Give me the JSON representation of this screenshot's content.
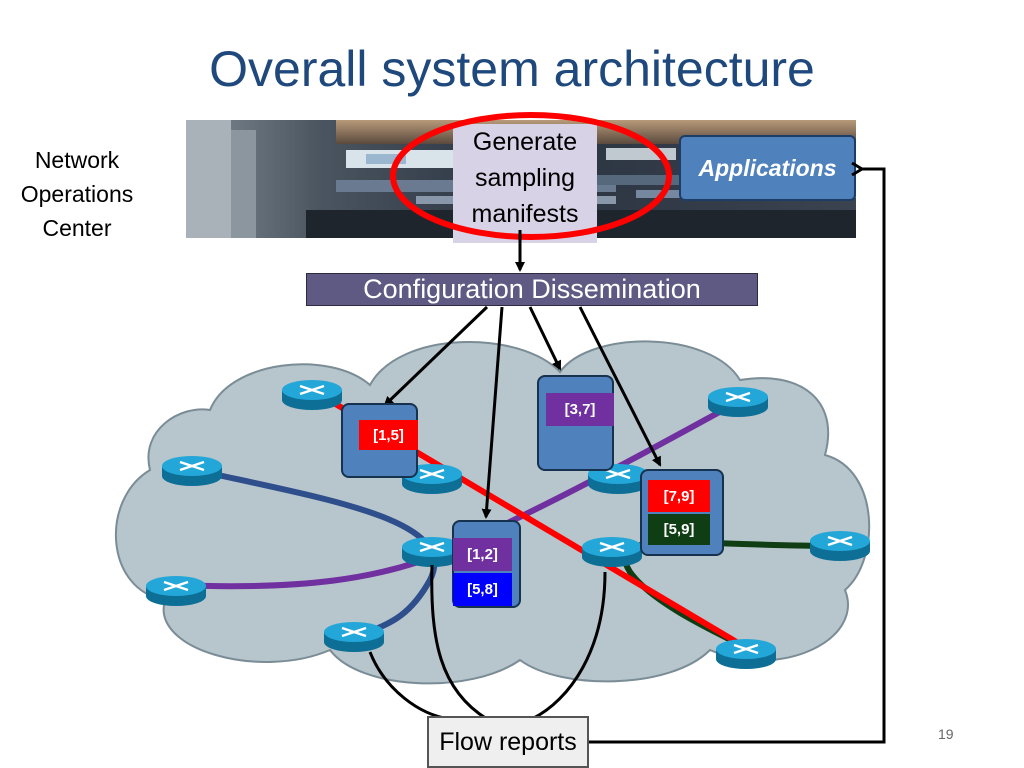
{
  "slide": {
    "title": "Overall system architecture",
    "page_number": "19"
  },
  "noc": {
    "label_lines": [
      "Network",
      "Operations",
      "Center"
    ]
  },
  "generate_box": {
    "lines": [
      "Generate",
      "sampling",
      "manifests"
    ]
  },
  "applications_box": {
    "label": "Applications"
  },
  "config_box": {
    "label": "Configuration Dissemination"
  },
  "flow_reports_box": {
    "label": "Flow reports"
  },
  "config_tags": [
    {
      "label": "[1,5]",
      "color": "#ff0000"
    },
    {
      "label": "[3,7]",
      "color": "#7030a0"
    },
    {
      "label": "[7,9]",
      "color": "#ff0000"
    },
    {
      "label": "[5,9]",
      "color": "#0f3d14"
    },
    {
      "label": "[1,2]",
      "color": "#7030a0"
    },
    {
      "label": "[5,8]",
      "color": "#0000ff"
    }
  ],
  "colors": {
    "title": "#1f497d",
    "highlight_ellipse": "#ff0000",
    "cloud_fill": "#b7c5cc",
    "router": "#1f9fd1",
    "path_red": "#ff0000",
    "path_purple": "#7030a0",
    "path_blue": "#2e4e8c",
    "path_darkgreen": "#0f3d14"
  }
}
